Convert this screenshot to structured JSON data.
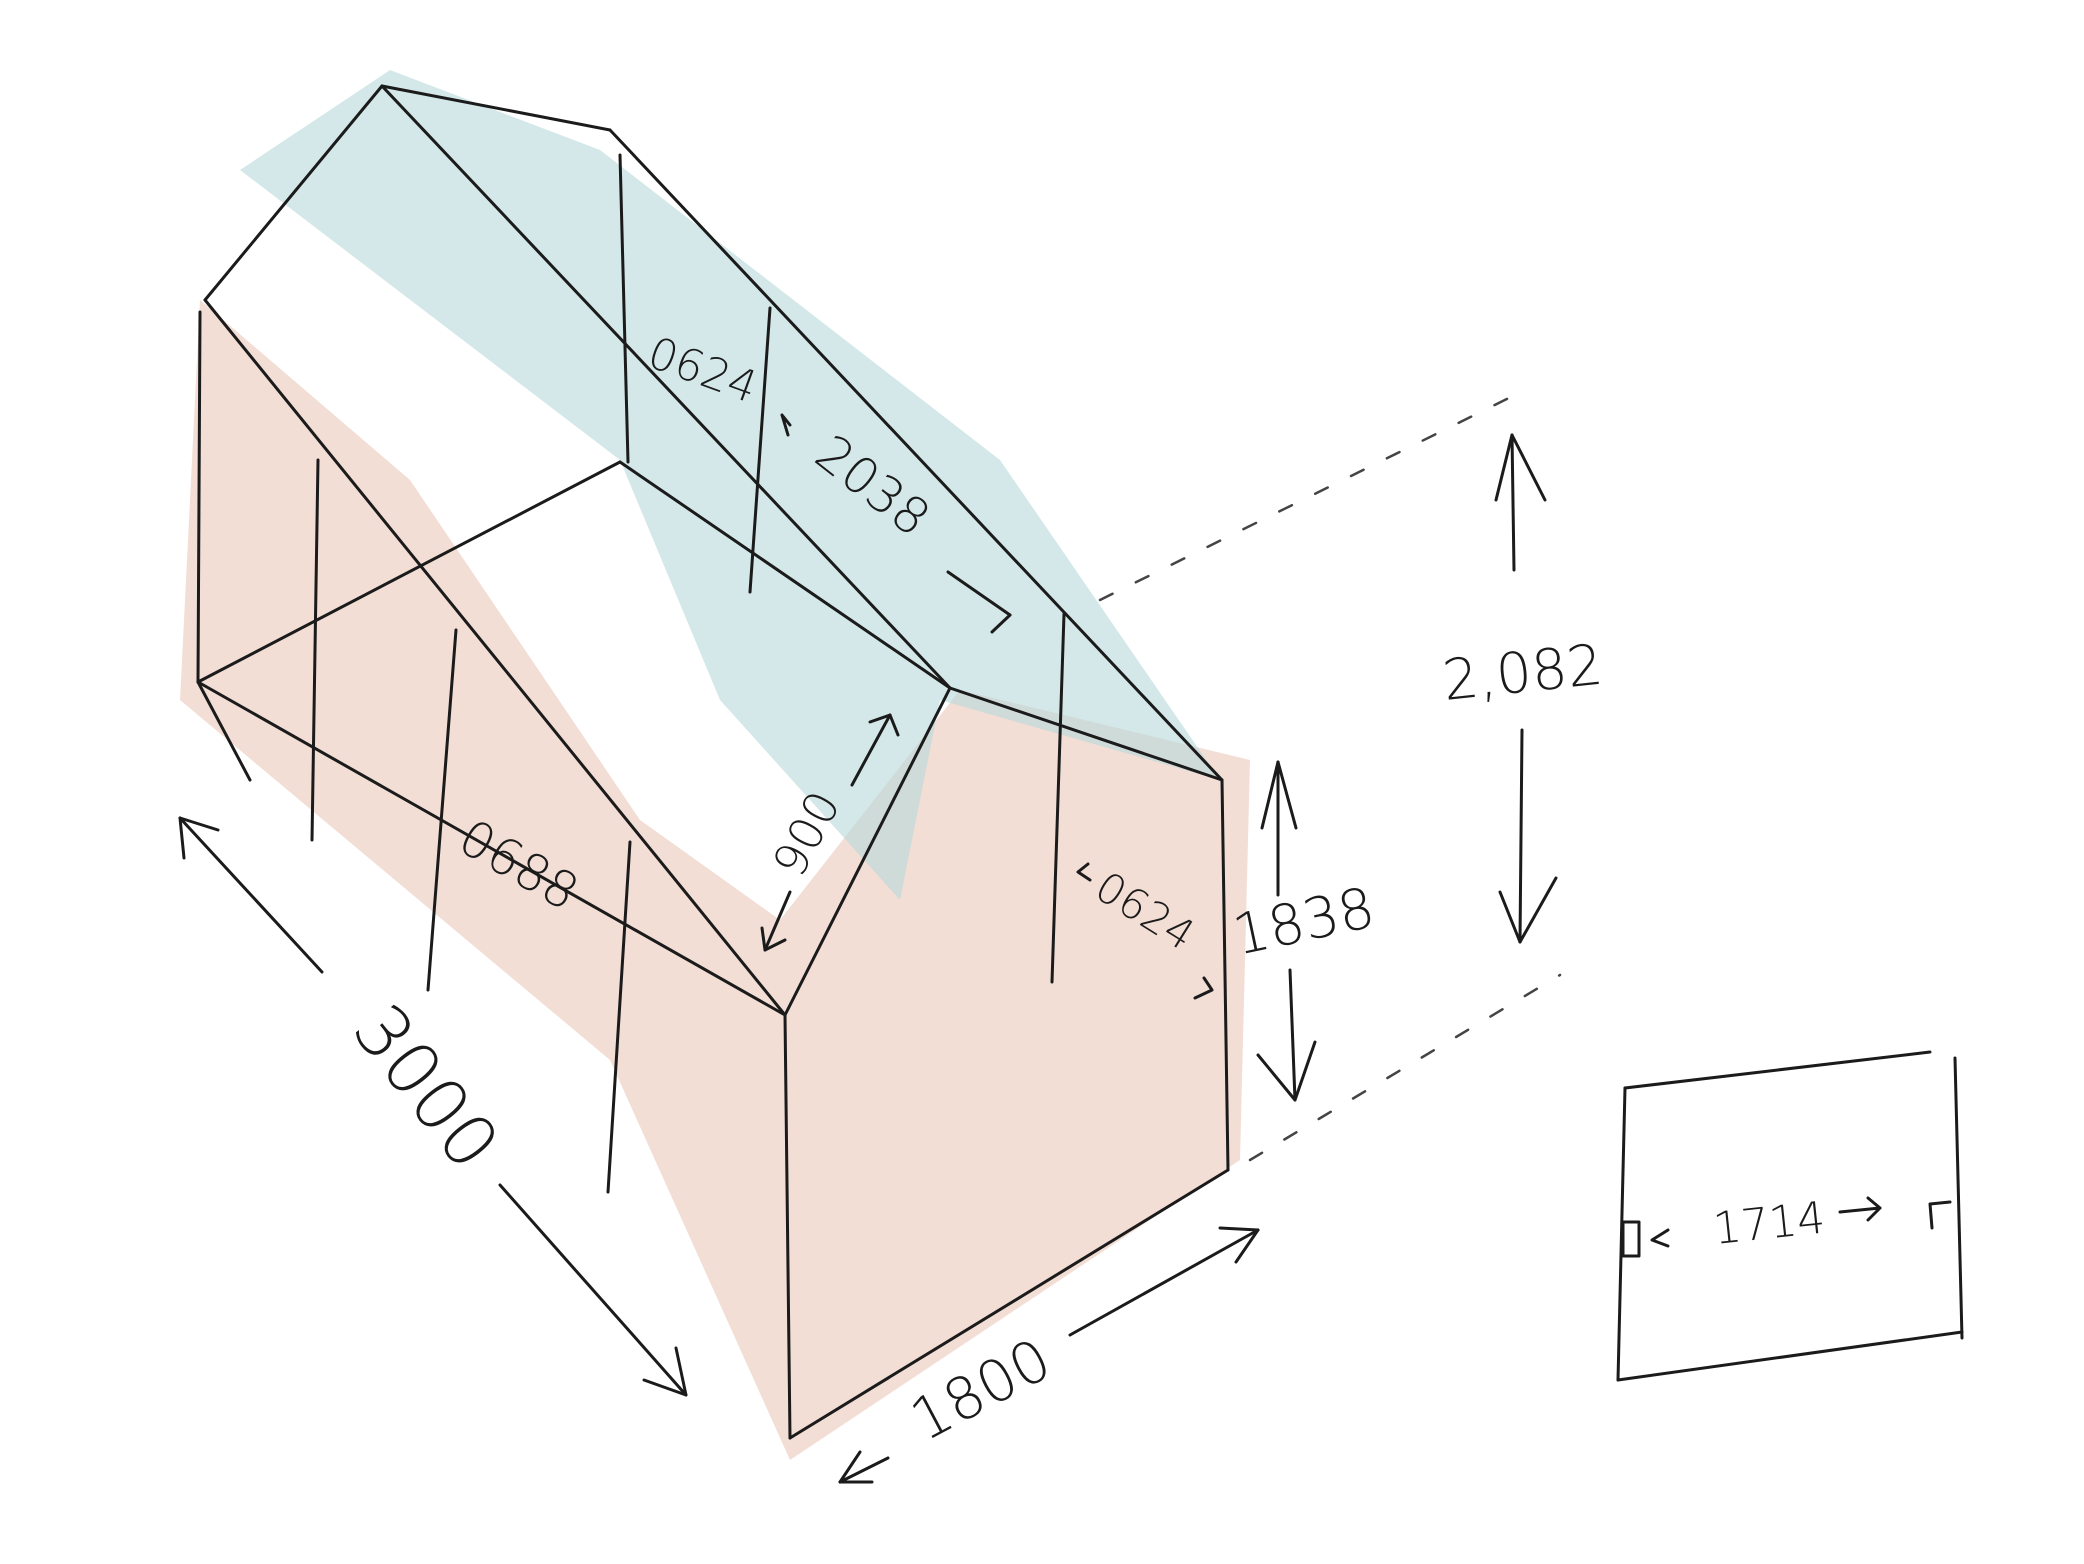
{
  "colors": {
    "roof_wash": "#b7d8da",
    "wall_wash": "#e7c3b2",
    "ink": "#1b1b1b"
  },
  "dimensions": {
    "ridge_panel_top": "0624",
    "ridge_length": "2038",
    "roof_slope": "900",
    "side_panel": "0688",
    "end_panel": "0624",
    "eave_height": "1838",
    "ridge_height": "2,082",
    "length": "3000",
    "width": "1800",
    "door_width": "1714"
  }
}
